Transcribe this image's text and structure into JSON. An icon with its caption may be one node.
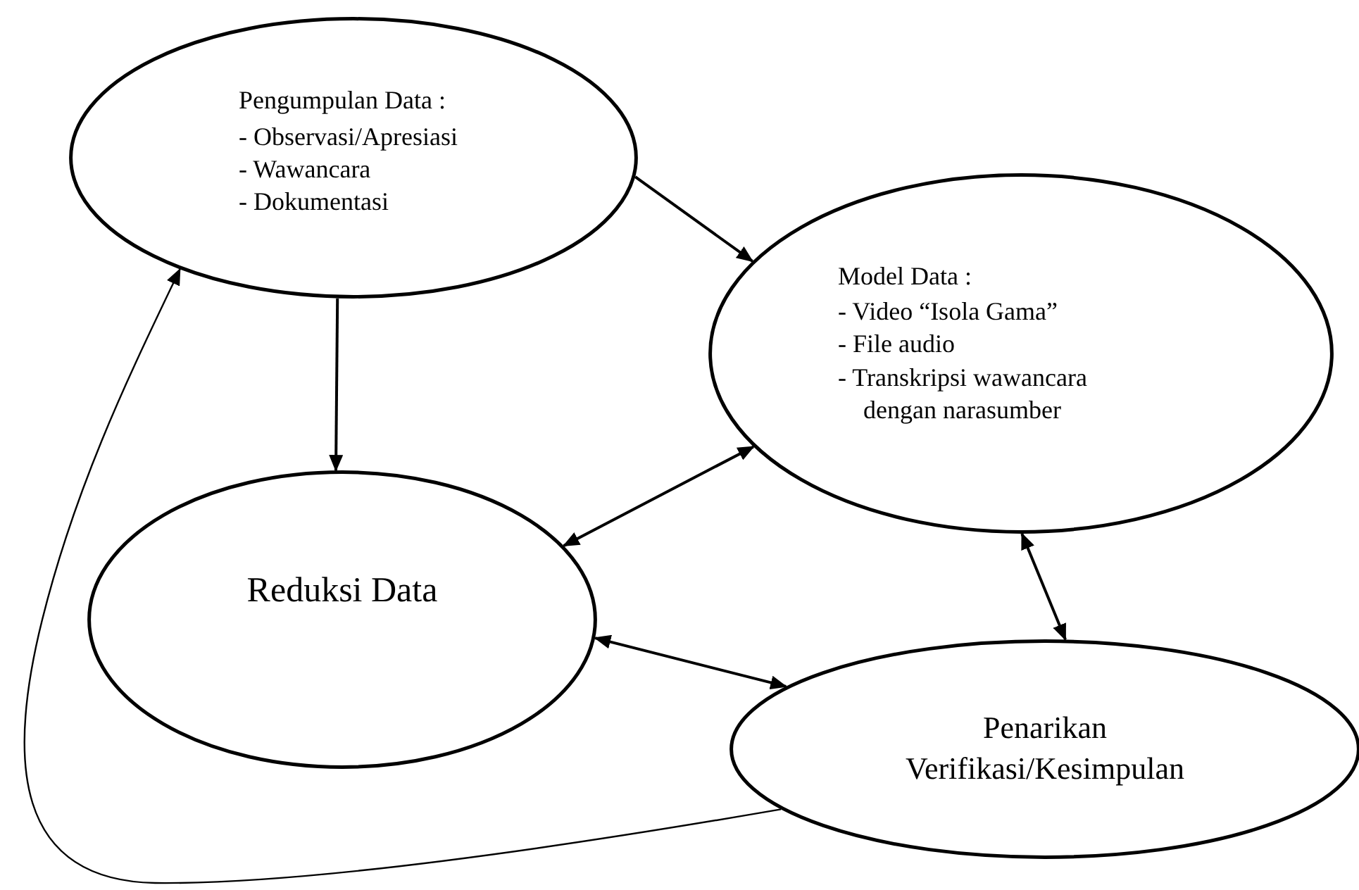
{
  "diagram": {
    "nodes": [
      {
        "text": [
          "Pengumpulan Data :",
          "- Observasi/Apresiasi",
          "- Wawancara",
          "- Dokumentasi"
        ]
      },
      {
        "text": [
          "Model Data :",
          "- Video “Isola Gama”",
          "- File audio",
          "- Transkripsi wawancara dengan narasumber"
        ]
      },
      {
        "text": [
          "Reduksi Data"
        ]
      },
      {
        "text": [
          "Penarikan Verifikasi/Kesimpulan"
        ]
      }
    ],
    "edges": [
      {
        "from": 0,
        "to": 1,
        "arrow": "to"
      },
      {
        "from": 0,
        "to": 2,
        "arrow": "to"
      },
      {
        "from": 2,
        "to": 1,
        "arrow": "both"
      },
      {
        "from": 3,
        "to": 1,
        "arrow": "both"
      },
      {
        "from": 2,
        "to": 3,
        "arrow": "both"
      },
      {
        "from": 3,
        "to": 0,
        "arrow": "to"
      }
    ]
  }
}
